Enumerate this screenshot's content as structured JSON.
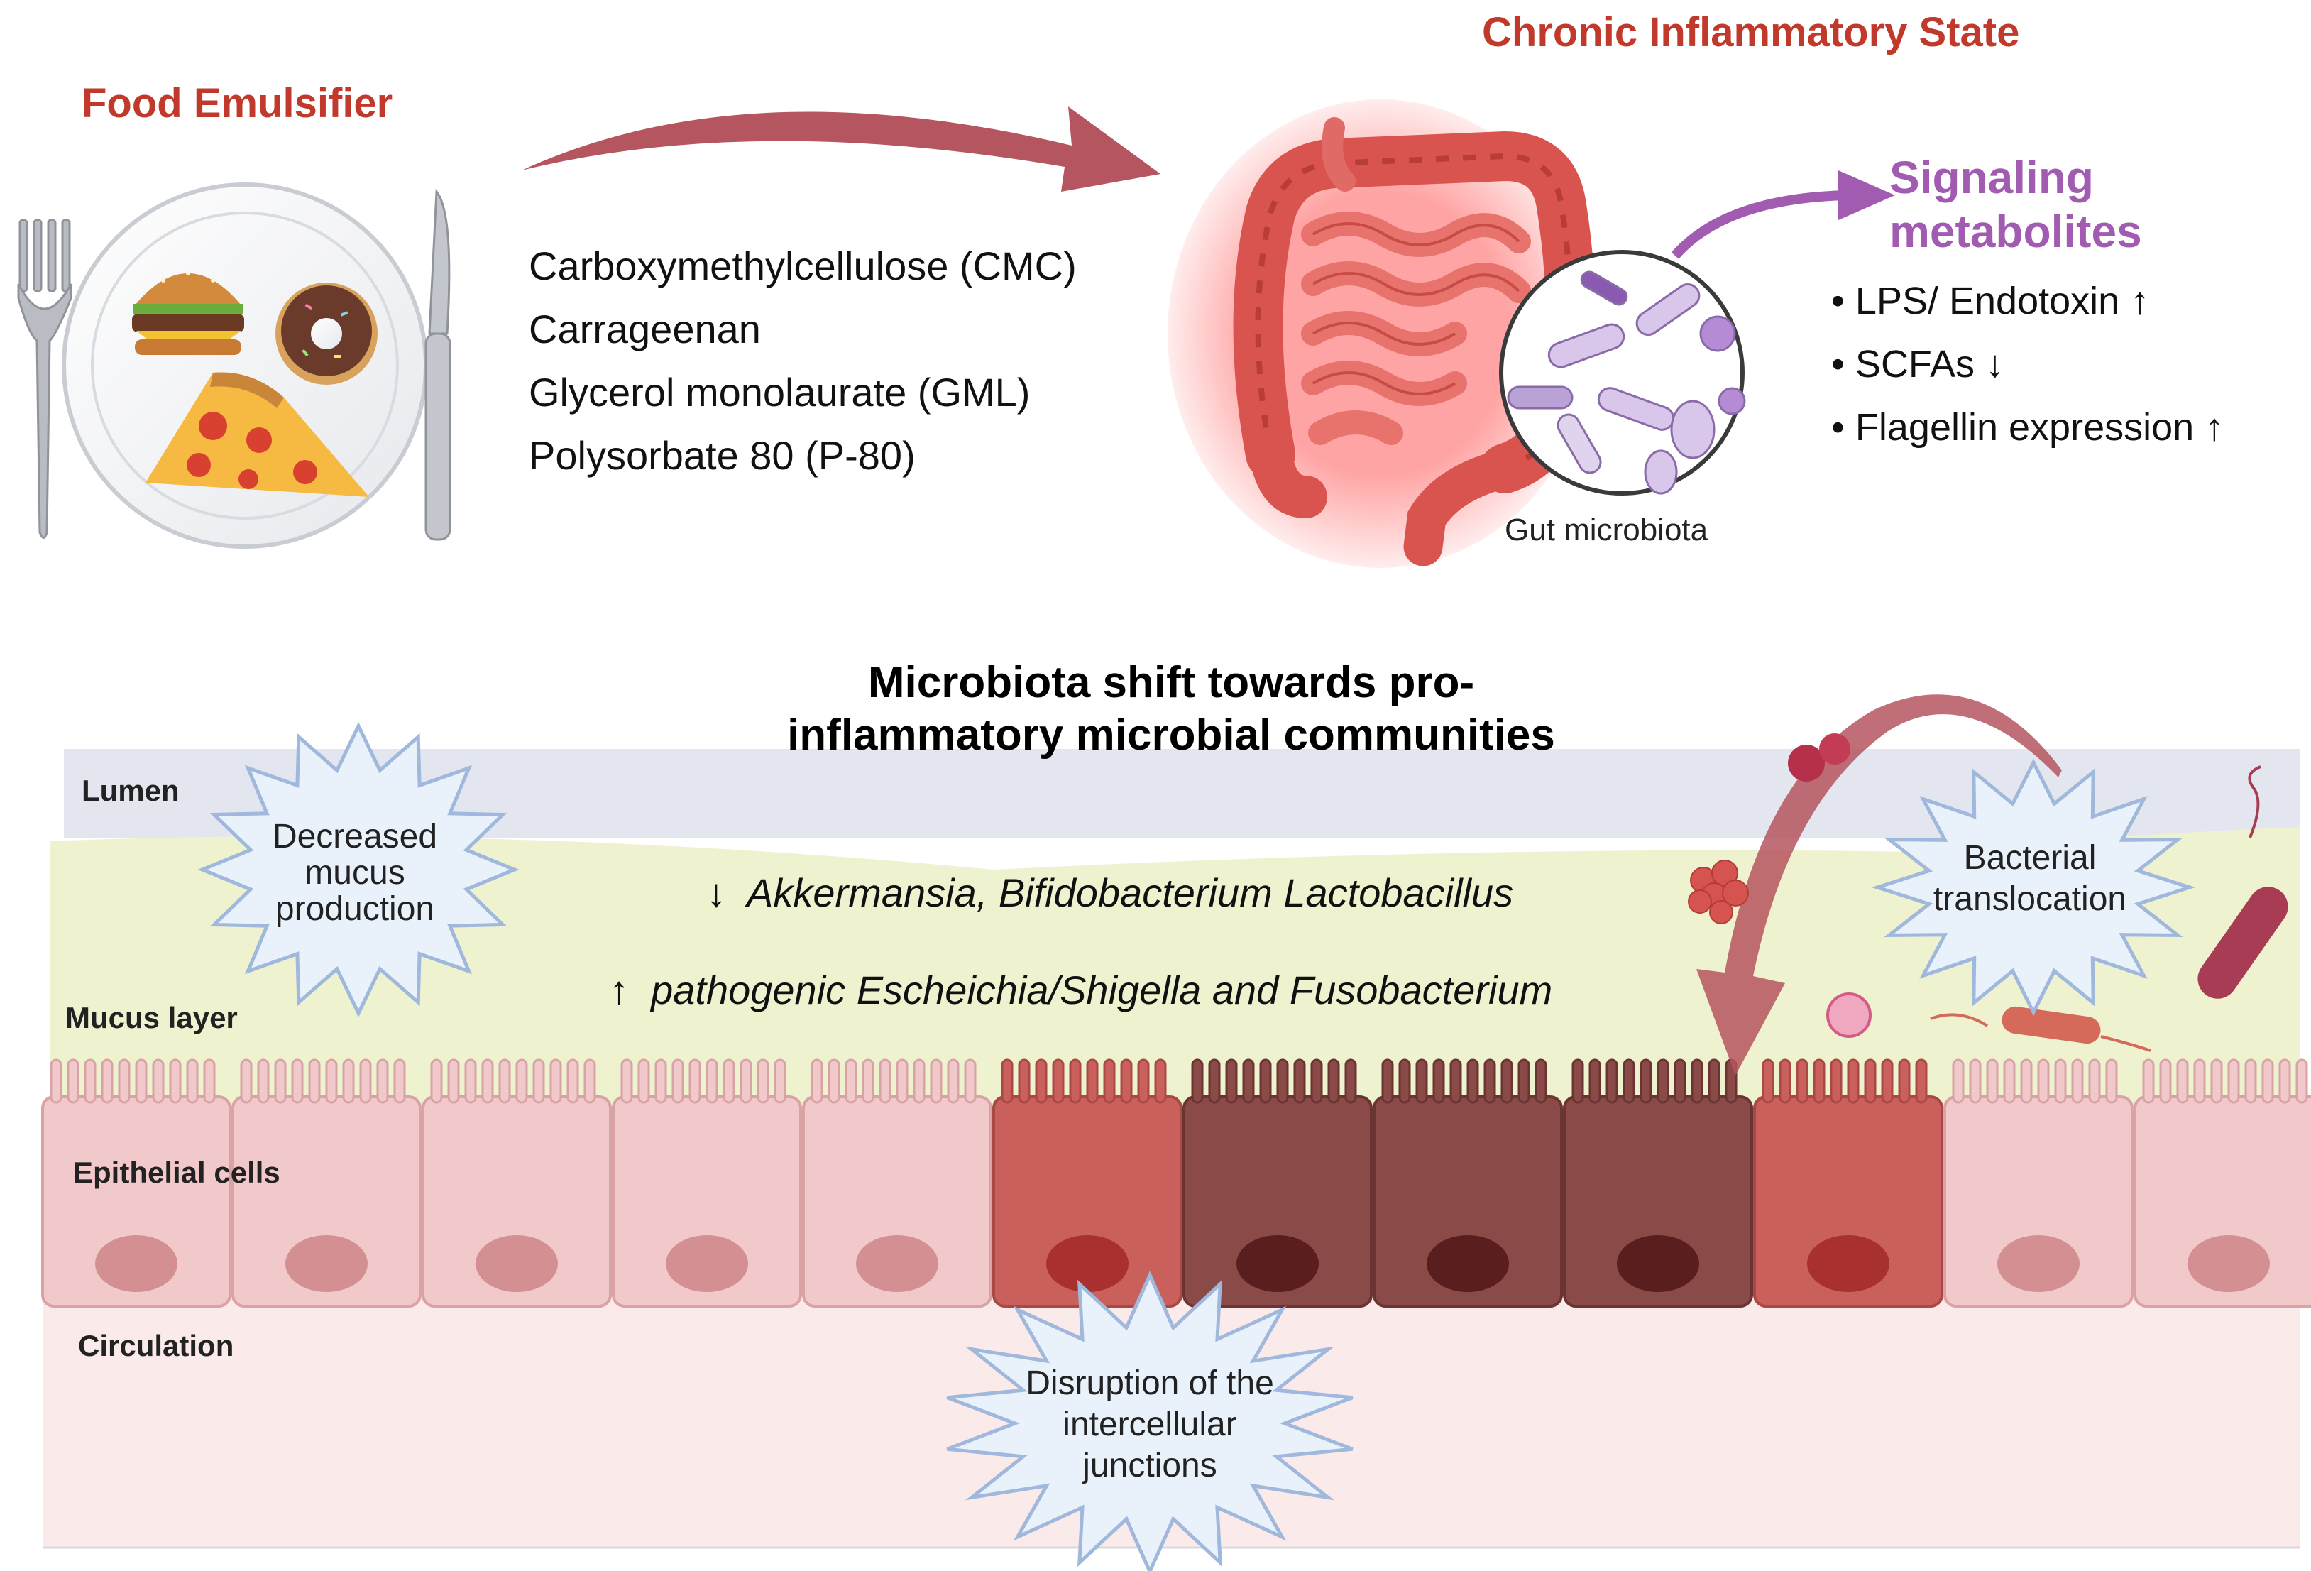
{
  "food": {
    "title": "Food Emulsifier",
    "items": [
      "Carboxymethylcellulose (CMC)",
      "Carrageenan",
      "Glycerol monolaurate (GML)",
      "Polysorbate 80 (P-80)"
    ]
  },
  "inflammation": {
    "title": "Chronic Inflammatory State",
    "microbiota_label": "Gut microbiota"
  },
  "signaling": {
    "title_line1": "Signaling",
    "title_line2": "metabolites",
    "items": [
      {
        "text": "LPS/ Endotoxin",
        "arrow": "↑"
      },
      {
        "text": "SCFAs",
        "arrow": "↓"
      },
      {
        "text": "Flagellin expression",
        "arrow": "↑"
      }
    ]
  },
  "shift": {
    "title_line1": "Microbiota shift towards pro-",
    "title_line2": "inflammatory microbial communities",
    "decrease_arrow": "↓",
    "decrease_text": "Akkermansia, Bifidobacterium Lactobacillus",
    "increase_arrow": "↑",
    "increase_text": "pathogenic Escheichia/Shigella and Fusobacterium"
  },
  "layers": {
    "lumen": "Lumen",
    "mucus": "Mucus layer",
    "epithelial": "Epithelial cells",
    "circulation": "Circulation"
  },
  "bursts": {
    "mucus_line1": "Decreased",
    "mucus_line2": "mucus",
    "mucus_line3": "production",
    "translocation_line1": "Bacterial",
    "translocation_line2": "translocation",
    "junction_line1": "Disruption of the",
    "junction_line2": "intercellular",
    "junction_line3": "junctions"
  },
  "colors": {
    "title_red": "#c0392b",
    "signaling_purple": "#a15bb0",
    "arrow_red": "#b5555f",
    "arrow_purple": "#a15bb0",
    "lumen": "#e3e6ee",
    "mucus": "#eef2cf",
    "circulation": "#fbeaea",
    "cell_healthy": "#f1c9cb",
    "cell_inflamed": "#c9605c",
    "cell_damaged": "#8a4a48",
    "burst_fill": "#e9f1fb",
    "burst_stroke": "#9fb8dc"
  },
  "cells": [
    {
      "state": "healthy"
    },
    {
      "state": "healthy"
    },
    {
      "state": "healthy"
    },
    {
      "state": "healthy"
    },
    {
      "state": "healthy"
    },
    {
      "state": "inflamed"
    },
    {
      "state": "damaged"
    },
    {
      "state": "damaged"
    },
    {
      "state": "damaged"
    },
    {
      "state": "inflamed"
    },
    {
      "state": "healthy"
    },
    {
      "state": "healthy"
    }
  ]
}
